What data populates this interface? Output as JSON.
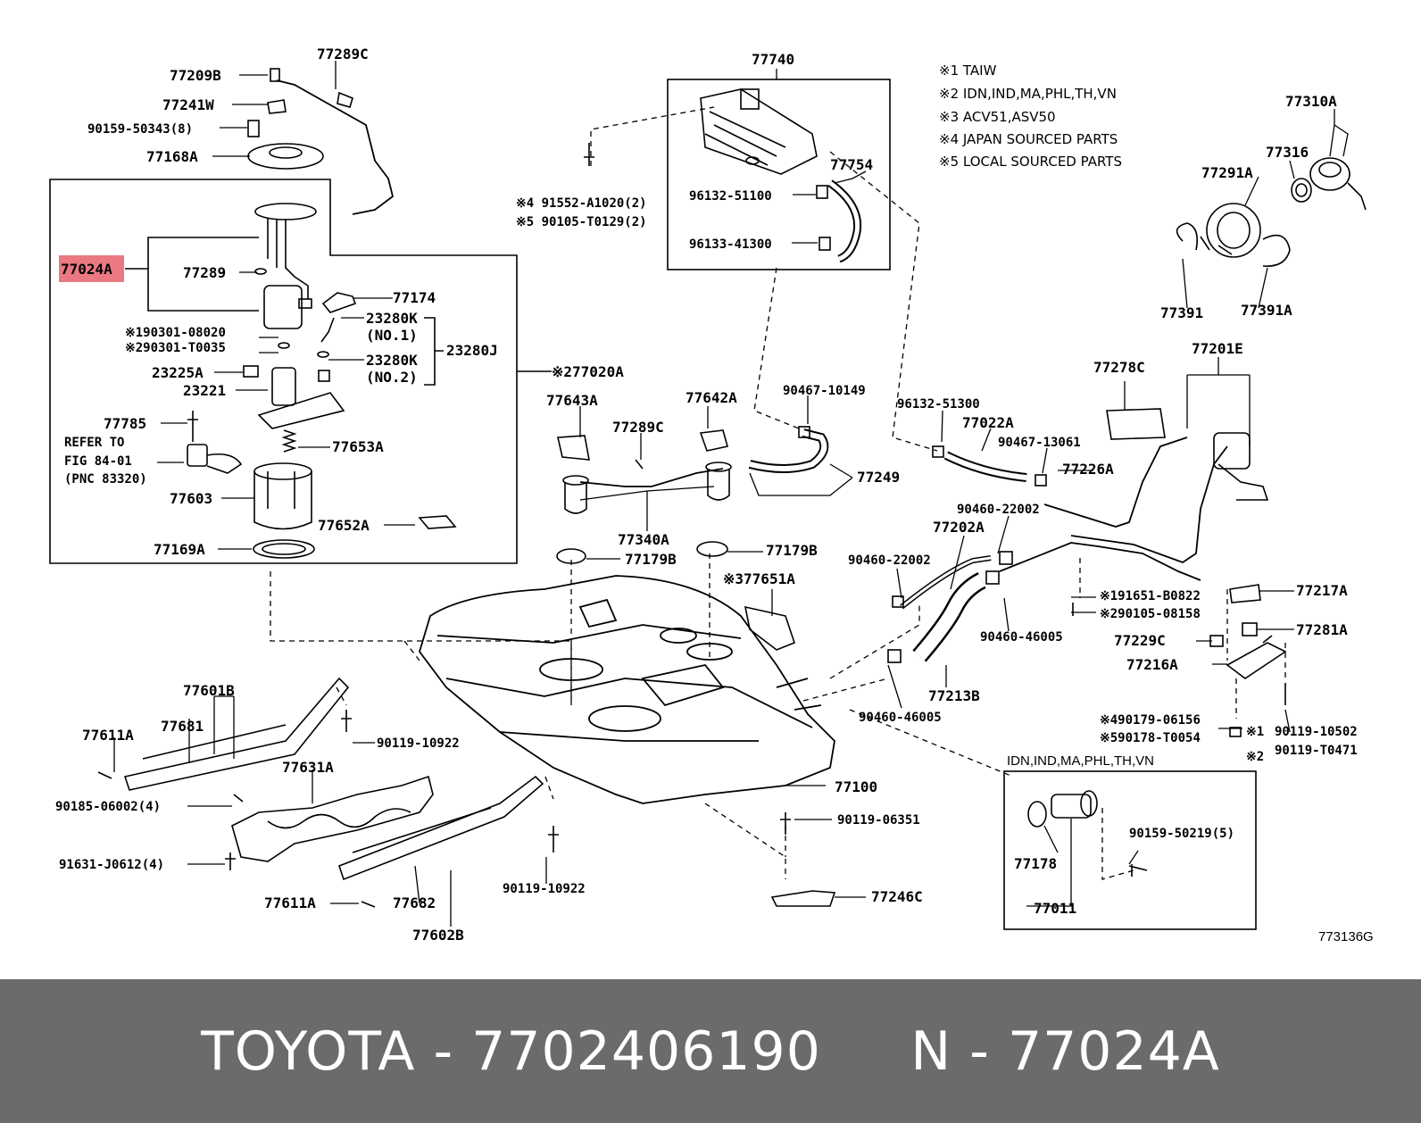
{
  "diagram": {
    "highlighted_part": "77024A",
    "diagram_code": "773136G",
    "legend": [
      "※1 TAIW",
      "※2 IDN,IND,MA,PHL,TH,VN",
      "※3 ACV51,ASV50",
      "※4 JAPAN SOURCED PARTS",
      "※5 LOCAL SOURCED PARTS"
    ],
    "inset_title": "IDN,IND,MA,PHL,TH,VN",
    "labels": {
      "p77289C_a": "77289C",
      "p77209B": "77209B",
      "p77241W": "77241W",
      "p90159_50343": "90159-50343(8)",
      "p77168A": "77168A",
      "p77024A": "77024A",
      "p77289": "77289",
      "p77174": "77174",
      "n190301": "※190301-08020",
      "n290301": "※290301-T0035",
      "p23280K_1": "23280K",
      "no1": "(NO.1)",
      "p23280K_2": "23280K",
      "no2": "(NO.2)",
      "p23280J": "23280J",
      "p23225A": "23225A",
      "p23221": "23221",
      "p77020A": "※277020A",
      "p77785": "77785",
      "refer1": "REFER TO",
      "refer2": "FIG 84-01",
      "refer3": "(PNC 83320)",
      "p77653A": "77653A",
      "p77603": "77603",
      "p77652A": "77652A",
      "p77169A": "77169A",
      "p77740": "77740",
      "n4_91552": "※4 91552-A1020(2)",
      "n5_90105": "※5 90105-T0129(2)",
      "p96132_51100": "96132-51100",
      "p96133_41300": "96133-41300",
      "p77754": "77754",
      "p77310A": "77310A",
      "p77316": "77316",
      "p77291A": "77291A",
      "p77391": "77391",
      "p77391A": "77391A",
      "p77643A": "77643A",
      "p77642A": "77642A",
      "p77289C_b": "77289C",
      "p90467_10149": "90467-10149",
      "p96132_51300": "96132-51300",
      "p77278C": "77278C",
      "p77201E": "77201E",
      "p77022A": "77022A",
      "p90467_13061": "90467-13061",
      "p77249": "77249",
      "p77226A": "77226A",
      "p77340A": "77340A",
      "p90460_22002_a": "90460-22002",
      "p77202A": "77202A",
      "p77179B_a": "77179B",
      "p77179B_b": "77179B",
      "p90460_22002_b": "90460-22002",
      "n3_77651A": "※377651A",
      "n191651": "※191651-B0822",
      "n290105": "※290105-08158",
      "p77217A": "77217A",
      "p90460_46005_a": "90460-46005",
      "p77281A": "77281A",
      "p77229C": "77229C",
      "p77216A": "77216A",
      "p77213B": "77213B",
      "p90460_46005_b": "90460-46005",
      "p77601B": "77601B",
      "p77681": "77681",
      "p77611A_a": "77611A",
      "p90119_10922_a": "90119-10922",
      "p77631A": "77631A",
      "p90185": "90185-06002(4)",
      "p91631": "91631-J0612(4)",
      "p77611A_b": "77611A",
      "p77682": "77682",
      "p77602B": "77602B",
      "p90119_10922_b": "90119-10922",
      "p77100": "77100",
      "p90119_06351": "90119-06351",
      "p77246C": "77246C",
      "n4_90179": "※490179-06156",
      "n5_90178": "※590178-T0054",
      "m1": "※1",
      "m2": "※2",
      "p90119_10502": "90119-10502",
      "p90119_T0471": "90119-T0471",
      "p90159_50219": "90159-50219(5)",
      "p77178": "77178",
      "p77011": "77011"
    }
  },
  "footer": {
    "text": "TOYOTA - 7702406190     N - 77024A"
  }
}
